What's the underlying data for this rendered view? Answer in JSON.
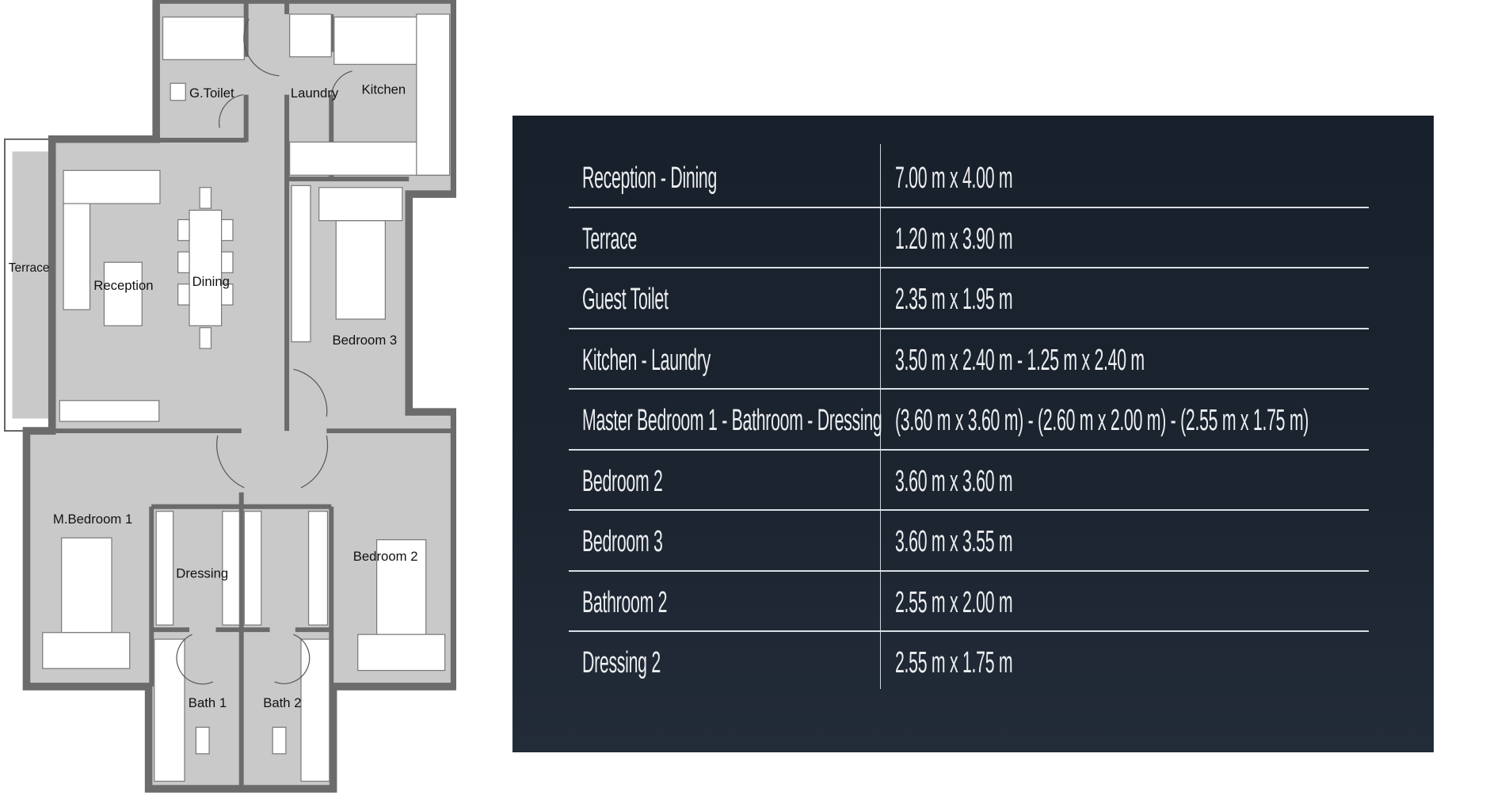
{
  "floor_plan": {
    "rooms": {
      "guest_toilet": "G.Toilet",
      "laundry": "Laundry",
      "kitchen": "Kitchen",
      "terrace": "Terrace",
      "reception": "Reception",
      "dining": "Dining",
      "bedroom3": "Bedroom 3",
      "master_bedroom": "M.Bedroom 1",
      "dressing": "Dressing",
      "bedroom2": "Bedroom 2",
      "bath1": "Bath 1",
      "bath2": "Bath 2"
    },
    "colors": {
      "wall": "#6b6b6b",
      "floor": "#c9c9c9",
      "furniture": "#ffffff"
    }
  },
  "room_table": {
    "colors": {
      "background": "#1b2330",
      "text": "#eceef0",
      "rule": "#d9dee4"
    },
    "rows": [
      {
        "name": "Reception - Dining",
        "size": "7.00 m x 4.00 m"
      },
      {
        "name": "Terrace",
        "size": "1.20 m x 3.90 m"
      },
      {
        "name": "Guest Toilet",
        "size": "2.35 m x 1.95 m"
      },
      {
        "name": "Kitchen - Laundry",
        "size": "3.50 m x 2.40 m - 1.25 m x 2.40 m"
      },
      {
        "name": "Master Bedroom 1 - Bathroom - Dressing",
        "size": "(3.60 m x 3.60 m) - (2.60 m x 2.00 m) - (2.55 m x 1.75 m)"
      },
      {
        "name": "Bedroom 2",
        "size": "3.60 m x 3.60 m"
      },
      {
        "name": "Bedroom 3",
        "size": "3.60 m x 3.55 m"
      },
      {
        "name": "Bathroom 2",
        "size": "2.55 m x 2.00 m"
      },
      {
        "name": "Dressing 2",
        "size": "2.55 m x 1.75 m"
      }
    ]
  }
}
